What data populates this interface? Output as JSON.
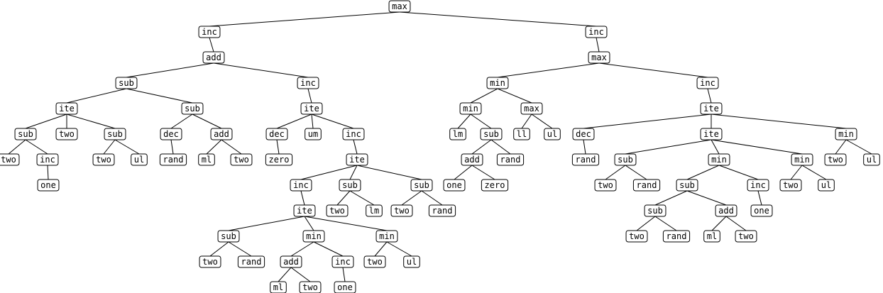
{
  "tree": {
    "label": "max",
    "children": [
      {
        "label": "inc",
        "children": [
          {
            "label": "add",
            "children": [
              {
                "label": "sub",
                "children": [
                  {
                    "label": "ite",
                    "children": [
                      {
                        "label": "sub",
                        "children": [
                          {
                            "label": "two"
                          },
                          {
                            "label": "inc",
                            "children": [
                              {
                                "label": "one"
                              }
                            ]
                          }
                        ]
                      },
                      {
                        "label": "two"
                      },
                      {
                        "label": "sub",
                        "children": [
                          {
                            "label": "two"
                          },
                          {
                            "label": "ul"
                          }
                        ]
                      }
                    ]
                  },
                  {
                    "label": "sub",
                    "children": [
                      {
                        "label": "dec",
                        "children": [
                          {
                            "label": "rand"
                          }
                        ]
                      },
                      {
                        "label": "add",
                        "children": [
                          {
                            "label": "ml"
                          },
                          {
                            "label": "two"
                          }
                        ]
                      }
                    ]
                  }
                ]
              },
              {
                "label": "inc",
                "children": [
                  {
                    "label": "ite",
                    "children": [
                      {
                        "label": "dec",
                        "children": [
                          {
                            "label": "zero"
                          }
                        ]
                      },
                      {
                        "label": "um"
                      },
                      {
                        "label": "inc",
                        "children": [
                          {
                            "label": "ite",
                            "children": [
                              {
                                "label": "inc",
                                "children": [
                                  {
                                    "label": "ite",
                                    "children": [
                                      {
                                        "label": "sub",
                                        "children": [
                                          {
                                            "label": "two"
                                          },
                                          {
                                            "label": "rand"
                                          }
                                        ]
                                      },
                                      {
                                        "label": "min",
                                        "children": [
                                          {
                                            "label": "add",
                                            "children": [
                                              {
                                                "label": "ml"
                                              },
                                              {
                                                "label": "two"
                                              }
                                            ]
                                          },
                                          {
                                            "label": "inc",
                                            "children": [
                                              {
                                                "label": "one"
                                              }
                                            ]
                                          }
                                        ]
                                      },
                                      {
                                        "label": "min",
                                        "children": [
                                          {
                                            "label": "two"
                                          },
                                          {
                                            "label": "ul"
                                          }
                                        ]
                                      }
                                    ]
                                  }
                                ]
                              },
                              {
                                "label": "sub",
                                "children": [
                                  {
                                    "label": "two"
                                  },
                                  {
                                    "label": "lm"
                                  }
                                ]
                              },
                              {
                                "label": "sub",
                                "children": [
                                  {
                                    "label": "two"
                                  },
                                  {
                                    "label": "rand"
                                  }
                                ]
                              }
                            ]
                          }
                        ]
                      }
                    ]
                  }
                ]
              }
            ]
          }
        ]
      },
      {
        "label": "inc",
        "children": [
          {
            "label": "max",
            "children": [
              {
                "label": "min",
                "children": [
                  {
                    "label": "min",
                    "children": [
                      {
                        "label": "lm"
                      },
                      {
                        "label": "sub",
                        "children": [
                          {
                            "label": "add",
                            "children": [
                              {
                                "label": "one"
                              },
                              {
                                "label": "zero"
                              }
                            ]
                          },
                          {
                            "label": "rand"
                          }
                        ]
                      }
                    ]
                  },
                  {
                    "label": "max",
                    "children": [
                      {
                        "label": "ll"
                      },
                      {
                        "label": "ul"
                      }
                    ]
                  }
                ]
              },
              {
                "label": "inc",
                "children": [
                  {
                    "label": "ite",
                    "children": [
                      {
                        "label": "dec",
                        "children": [
                          {
                            "label": "rand"
                          }
                        ]
                      },
                      {
                        "label": "ite",
                        "children": [
                          {
                            "label": "sub",
                            "children": [
                              {
                                "label": "two"
                              },
                              {
                                "label": "rand"
                              }
                            ]
                          },
                          {
                            "label": "min",
                            "children": [
                              {
                                "label": "sub",
                                "children": [
                                  {
                                    "label": "sub",
                                    "children": [
                                      {
                                        "label": "two"
                                      },
                                      {
                                        "label": "rand"
                                      }
                                    ]
                                  },
                                  {
                                    "label": "add",
                                    "children": [
                                      {
                                        "label": "ml"
                                      },
                                      {
                                        "label": "two"
                                      }
                                    ]
                                  }
                                ]
                              },
                              {
                                "label": "inc",
                                "children": [
                                  {
                                    "label": "one"
                                  }
                                ]
                              }
                            ]
                          },
                          {
                            "label": "min",
                            "children": [
                              {
                                "label": "two"
                              },
                              {
                                "label": "ul"
                              }
                            ]
                          }
                        ]
                      },
                      {
                        "label": "min",
                        "children": [
                          {
                            "label": "two"
                          },
                          {
                            "label": "ul"
                          }
                        ]
                      }
                    ]
                  }
                ]
              }
            ]
          }
        ]
      }
    ]
  }
}
